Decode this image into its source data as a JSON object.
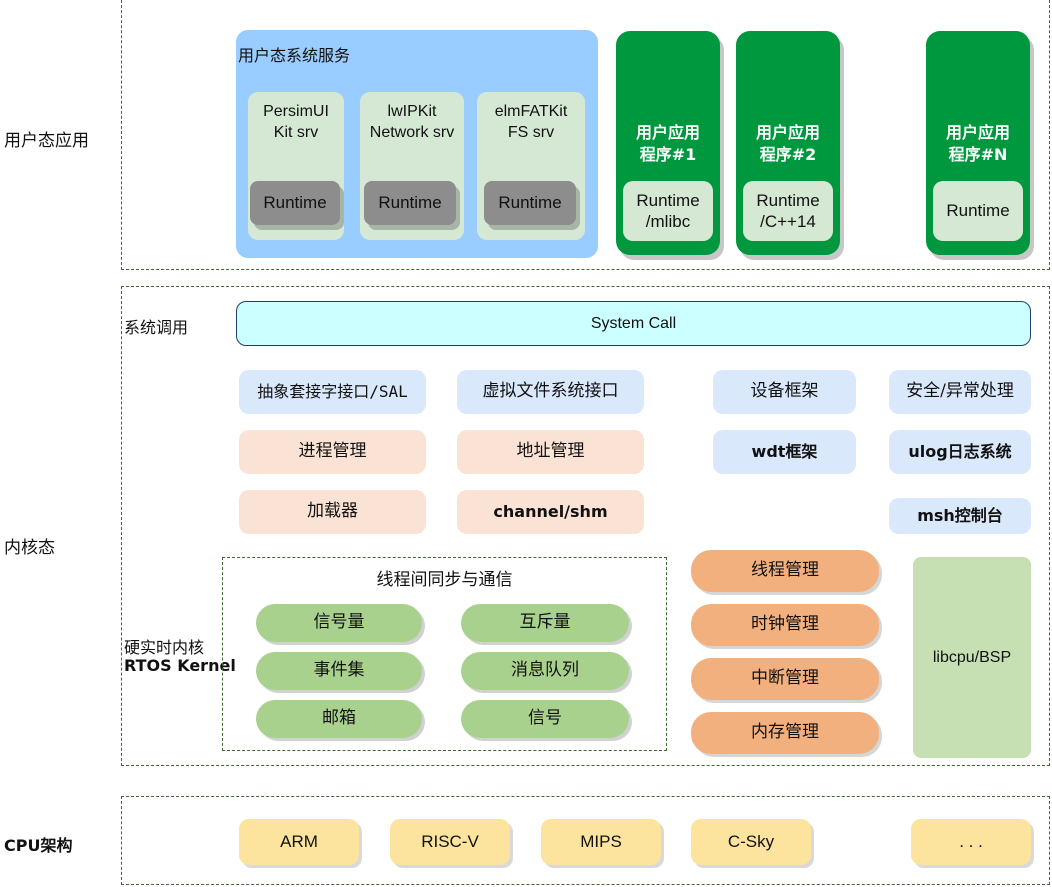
{
  "side_labels": {
    "user_app": "用户态应用",
    "kernel": "内核态",
    "cpu": "CPU架构",
    "syscall": "系统调用",
    "rtos_cn": "硬实时内核",
    "rtos_en": "RTOS Kernel"
  },
  "user_services": {
    "title": "用户态系统服务",
    "items": [
      {
        "name_line1": "PersimUI",
        "name_line2": "Kit srv",
        "runtime": "Runtime"
      },
      {
        "name_line1": "lwIPKit",
        "name_line2": "Network srv",
        "runtime": "Runtime"
      },
      {
        "name_line1": "elmFATKit",
        "name_line2": "FS srv",
        "runtime": "Runtime"
      }
    ]
  },
  "user_programs": [
    {
      "title_line1": "用户应用",
      "title_line2": "程序#1",
      "runtime_line1": "Runtime",
      "runtime_line2": "/mlibc"
    },
    {
      "title_line1": "用户应用",
      "title_line2": "程序#2",
      "runtime_line1": "Runtime",
      "runtime_line2": "/C++14"
    },
    {
      "title_line1": "用户应用",
      "title_line2": "程序#N",
      "runtime_line1": "Runtime",
      "runtime_line2": ""
    }
  ],
  "system_call": "System Call",
  "kernel_blue": {
    "sal": "抽象套接字接口/SAL",
    "vfs": "虚拟文件系统接口",
    "device": "设备框架",
    "security": "安全/异常处理",
    "wdt": "wdt框架",
    "ulog": "ulog日志系统",
    "msh": "msh控制台"
  },
  "kernel_peach": {
    "process": "进程管理",
    "address": "地址管理",
    "loader": "加载器",
    "channel": "channel/shm"
  },
  "sync": {
    "title": "线程间同步与通信",
    "items": [
      "信号量",
      "互斥量",
      "事件集",
      "消息队列",
      "邮箱",
      "信号"
    ]
  },
  "kernel_orange": [
    "线程管理",
    "时钟管理",
    "中断管理",
    "内存管理"
  ],
  "libcpu": "libcpu/BSP",
  "cpu_arch": [
    "ARM",
    "RISC-V",
    "MIPS",
    "C-Sky",
    ". . ."
  ],
  "colors": {
    "section_border": "#3c6a2e",
    "user_service_bg": "#99ccff",
    "program_green": "#00983f",
    "syscall_bg": "#ccffff",
    "blue_box": "#dae8fc",
    "peach_box": "#fae3d4",
    "orange_box": "#f2b07f",
    "green_pill": "#a9d18e",
    "libcpu_bg": "#c6e0b4",
    "yellow_box": "#fce49f"
  }
}
